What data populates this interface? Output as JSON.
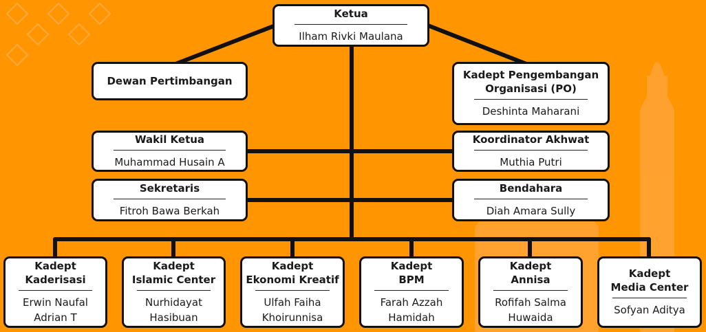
{
  "colors": {
    "background": "#FF9500",
    "box": "#FFFFFF",
    "border": "#111111"
  },
  "chart": {
    "ketua": {
      "role": "Ketua",
      "person": "Ilham Rivki Maulana"
    },
    "dewan": {
      "role": "Dewan Pertimbangan"
    },
    "kadept_po": {
      "role": "Kadept Pengembangan\nOrganisasi (PO)",
      "person": "Deshinta Maharani"
    },
    "wakil": {
      "role": "Wakil Ketua",
      "person": "Muhammad Husain A"
    },
    "koordinator": {
      "role": "Koordinator Akhwat",
      "person": "Muthia Putri"
    },
    "sekretaris": {
      "role": "Sekretaris",
      "person": "Fitroh Bawa Berkah"
    },
    "bendahara": {
      "role": "Bendahara",
      "person": "Diah Amara Sully"
    },
    "departments": [
      {
        "role": "Kadept\nKaderisasi",
        "person": "Erwin Naufal\nAdrian T"
      },
      {
        "role": "Kadept\nIslamic Center",
        "person": "Nurhidayat\nHasibuan"
      },
      {
        "role": "Kadept\nEkonomi Kreatif",
        "person": "Ulfah Faiha\nKhoirunnisa"
      },
      {
        "role": "Kadept\nBPM",
        "person": "Farah Azzah\nHamidah"
      },
      {
        "role": "Kadept\nAnnisa",
        "person": "Rofifah Salma\nHuwaida"
      },
      {
        "role": "Kadept\nMedia Center",
        "person": "Sofyan Aditya"
      }
    ]
  }
}
